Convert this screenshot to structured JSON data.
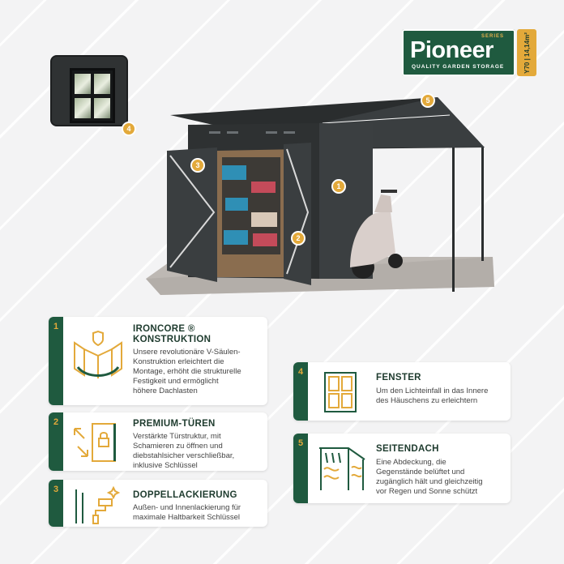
{
  "logo": {
    "series": "SERIES",
    "name": "Pioneer",
    "tagline": "QUALITY GARDEN STORAGE",
    "model": "Y70 | 14,14m²"
  },
  "callouts": [
    "1",
    "2",
    "3",
    "4",
    "5"
  ],
  "features": [
    {
      "number": "1",
      "title_line1": "IRONCORE ®",
      "title_line2": "KONSTRUKTION",
      "description": [
        "Unsere revolutionäre V-Säulen-",
        "Konstruktion erleichtert die",
        "Montage, erhöht die strukturelle",
        "Festigkeit und ermöglicht",
        "höhere Dachlasten"
      ]
    },
    {
      "number": "2",
      "title": "PREMIUM-TÜREN",
      "description": [
        "Verstärkte Türstruktur, mit",
        "Schamieren zu öffnen und",
        "diebstahlsicher verschließbar,",
        "inklusive Schlüssel"
      ]
    },
    {
      "number": "3",
      "title": "DOPPELLACKIERUNG",
      "description": [
        "Außen- und Innenlackierung für",
        "maximale Haltbarkeit Schlüssel"
      ]
    },
    {
      "number": "4",
      "title": "FENSTER",
      "description": [
        "Um den Lichteinfall in das Innere",
        "des Häuschens zu erleichtern"
      ]
    },
    {
      "number": "5",
      "title": "SEITENDACH",
      "description": [
        "Eine Abdeckung, die",
        "Gegenstände belüftet und",
        "zugänglich hält und gleichzeitig",
        "vor Regen und Sonne schützt"
      ]
    }
  ],
  "colors": {
    "green": "#1f5a3f",
    "gold": "#e3a93a",
    "shed": "#2e3132"
  }
}
